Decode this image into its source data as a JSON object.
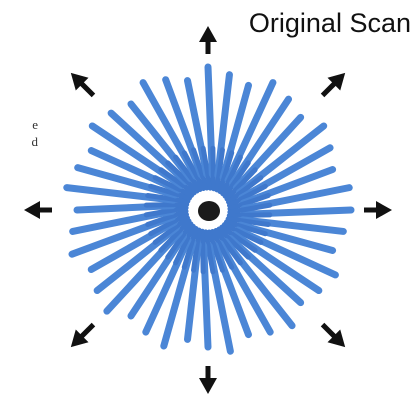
{
  "header": {
    "title": "Original Scan"
  },
  "side_fragment": {
    "line1": "e",
    "line2": "d"
  },
  "colors": {
    "rays": "#4b86d6",
    "ring": "#3f78cc",
    "arrows": "#111111",
    "center": "#1a1a1a",
    "background": "#ffffff"
  },
  "figure": {
    "arrow_directions": [
      "up",
      "up-right",
      "right",
      "down-right",
      "down",
      "down-left",
      "left",
      "up-left"
    ],
    "ray_count": 40,
    "icons": [
      "outward-arrow-icon",
      "center-dot-icon"
    ]
  }
}
